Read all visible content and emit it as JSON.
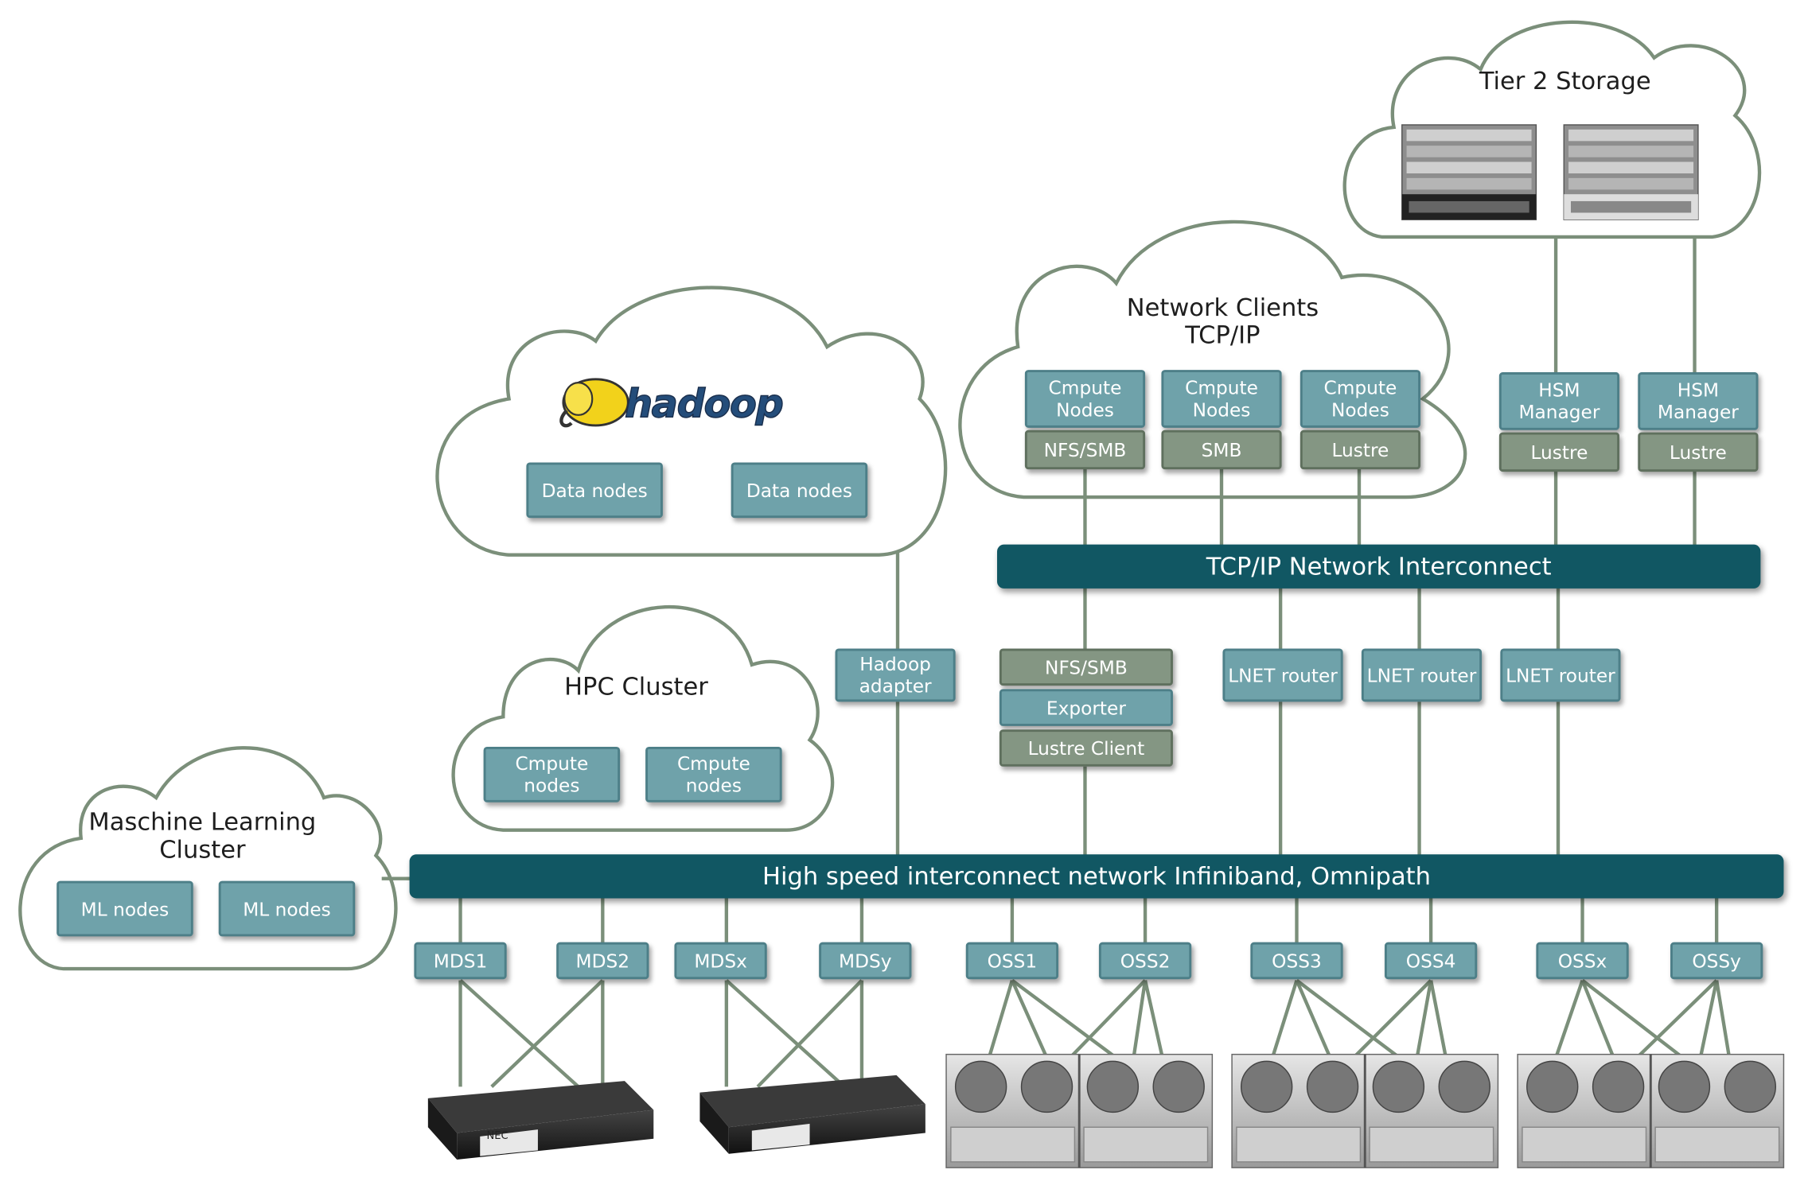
{
  "clouds": {
    "tier2": {
      "title": "Tier 2 Storage"
    },
    "network": {
      "title_line1": "Network Clients",
      "title_line2": "TCP/IP"
    },
    "hadoop": {
      "logo_text": "hadoop"
    },
    "hpc": {
      "title": "HPC Cluster"
    },
    "ml": {
      "title_line1": "Maschine Learning",
      "title_line2": "Cluster"
    }
  },
  "network_clients": [
    {
      "top": "Cmpute Nodes",
      "bottom": "NFS/SMB"
    },
    {
      "top": "Cmpute Nodes",
      "bottom": "SMB"
    },
    {
      "top": "Cmpute Nodes",
      "bottom": "Lustre"
    }
  ],
  "hsm": [
    {
      "top": "HSM Manager",
      "bottom": "Lustre"
    },
    {
      "top": "HSM Manager",
      "bottom": "Lustre"
    }
  ],
  "hadoop_nodes": [
    "Data nodes",
    "Data nodes"
  ],
  "hpc_nodes": [
    "Cmpute nodes",
    "Cmpute nodes"
  ],
  "ml_nodes": [
    "ML nodes",
    "ML nodes"
  ],
  "tcp_bar": "TCP/IP Network Interconnect",
  "hs_bar": "High speed interconnect network Infiniband, Omnipath",
  "hadoop_adapter": "Hadoop adapter",
  "gateway": {
    "nfs": "NFS/SMB",
    "exporter": "Exporter",
    "client": "Lustre Client"
  },
  "lnet_routers": [
    "LNET router",
    "LNET router",
    "LNET router"
  ],
  "servers": [
    "MDS1",
    "MDS2",
    "MDSx",
    "MDSy",
    "OSS1",
    "OSS2",
    "OSS3",
    "OSS4",
    "OSSx",
    "OSSy"
  ],
  "device_badge": "NEC",
  "colors": {
    "cloud_stroke": "#7b8f7a",
    "teal": "#6fa2aa",
    "sage": "#849683",
    "bar": "#115763"
  }
}
